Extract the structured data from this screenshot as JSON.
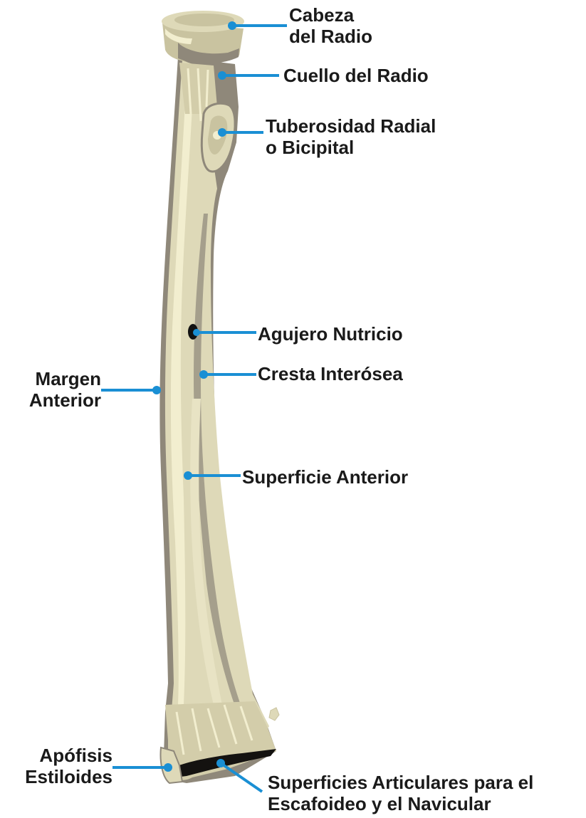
{
  "colors": {
    "leader_line": "#1a8fd4",
    "bone_light": "#ded9b8",
    "bone_mid": "#c9c3a0",
    "bone_shadow": "#8f887a",
    "bone_dark": "#6f6860",
    "highlight": "#f2eecf",
    "text": "#1a1a1a"
  },
  "labels": {
    "cabeza": [
      "Cabeza",
      "del Radio"
    ],
    "cuello": [
      "Cuello del Radio"
    ],
    "tuberosidad": [
      "Tuberosidad Radial",
      "o Bicipital"
    ],
    "agujero": [
      "Agujero Nutricio"
    ],
    "cresta": [
      "Cresta Interósea"
    ],
    "margen": [
      "Margen",
      "Anterior"
    ],
    "superficie": [
      "Superficie Anterior"
    ],
    "apofisis": [
      "Apófisis",
      "Estiloides"
    ],
    "superficies_articulares": [
      "Superficies Articulares para el",
      "Escafoideo y el Navicular"
    ]
  }
}
